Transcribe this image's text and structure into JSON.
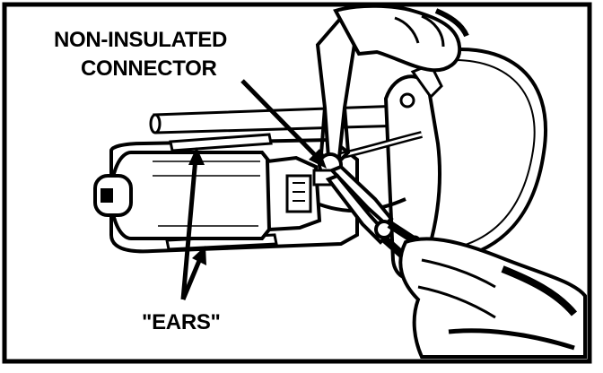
{
  "callouts": {
    "connector_line1": "NON-INSULATED",
    "connector_line2": "CONNECTOR",
    "ears": "\"EARS\""
  },
  "colors": {
    "ink": "#000000",
    "paper": "#ffffff"
  }
}
